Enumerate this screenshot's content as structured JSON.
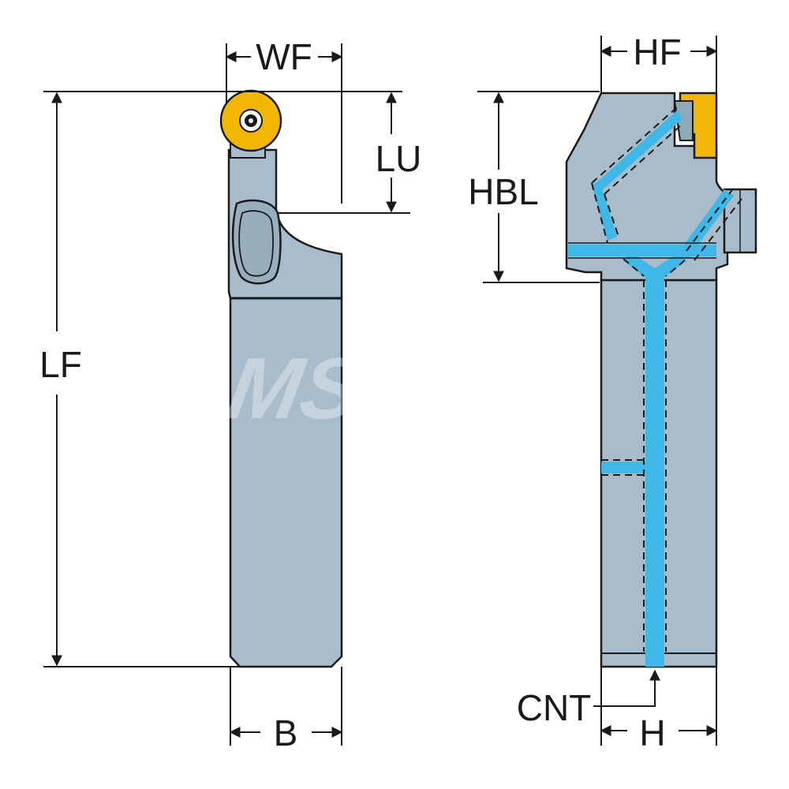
{
  "dimensions": {
    "wf": "WF",
    "lu": "LU",
    "lf": "LF",
    "b": "B",
    "hf": "HF",
    "hbl": "HBL",
    "cnt": "CNT",
    "h": "H"
  },
  "watermark": "MSC",
  "colors": {
    "body": "#a8bccb",
    "body_dark": "#90a8b8",
    "outline": "#1a1a1a",
    "insert": "#f2b705",
    "coolant": "#3fb8e8"
  },
  "icons": {
    "arrow": "arrow-icon"
  }
}
